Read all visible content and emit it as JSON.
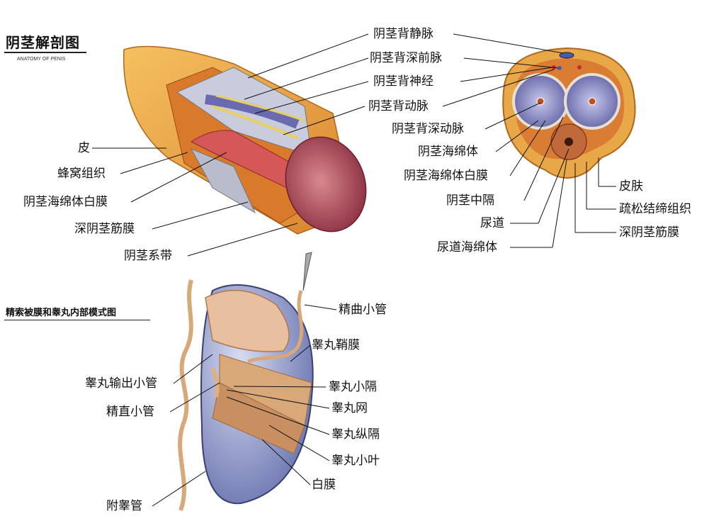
{
  "top_left": {
    "title": "阴茎解剖图",
    "subtitle": "ANATOMY OF PENIS",
    "labels": {
      "skin": "皮",
      "areolar": "蜂窝组织",
      "tunica": "阴茎海绵体白膜",
      "deep_fascia": "深阴茎筋膜",
      "frenulum": "阴茎系带"
    }
  },
  "top_right": {
    "labels": {
      "dorsal_vein": "阴茎背静脉",
      "deep_dorsal_vein": "阴茎背深前脉",
      "dorsal_nerve": "阴茎背神经",
      "dorsal_artery": "阴茎背动脉",
      "deep_artery": "阴茎背深动脉",
      "corpus_cavernosum": "阴茎海绵体",
      "cc_tunica": "阴茎海绵体白膜",
      "septum": "阴茎中隔",
      "urethra": "尿道",
      "corpus_spongiosum": "尿道海绵体",
      "skin": "皮肤",
      "loose_tissue": "疏松结缔组织",
      "deep_fascia": "深阴茎筋膜"
    }
  },
  "bottom": {
    "title": "精索被膜和睾丸内部模式图",
    "subtitle": "",
    "labels": {
      "seminiferous": "精曲小管",
      "vaginalis": "睾丸鞘膜",
      "efferent": "睾丸输出小管",
      "septula": "睾丸小隔",
      "straight": "精直小管",
      "rete": "睾丸网",
      "mediastinum": "睾丸纵隔",
      "lobule": "睾丸小叶",
      "albuginea": "白膜",
      "epididymis": "附睾管"
    }
  },
  "colors": {
    "skin": "#e8a040",
    "tissue_orange": "#d9792c",
    "cavernous_purple": "#6a6aa8",
    "glans": "#b4505a",
    "testis_blue": "#7e88b8",
    "tubule_tan": "#d9a878"
  }
}
